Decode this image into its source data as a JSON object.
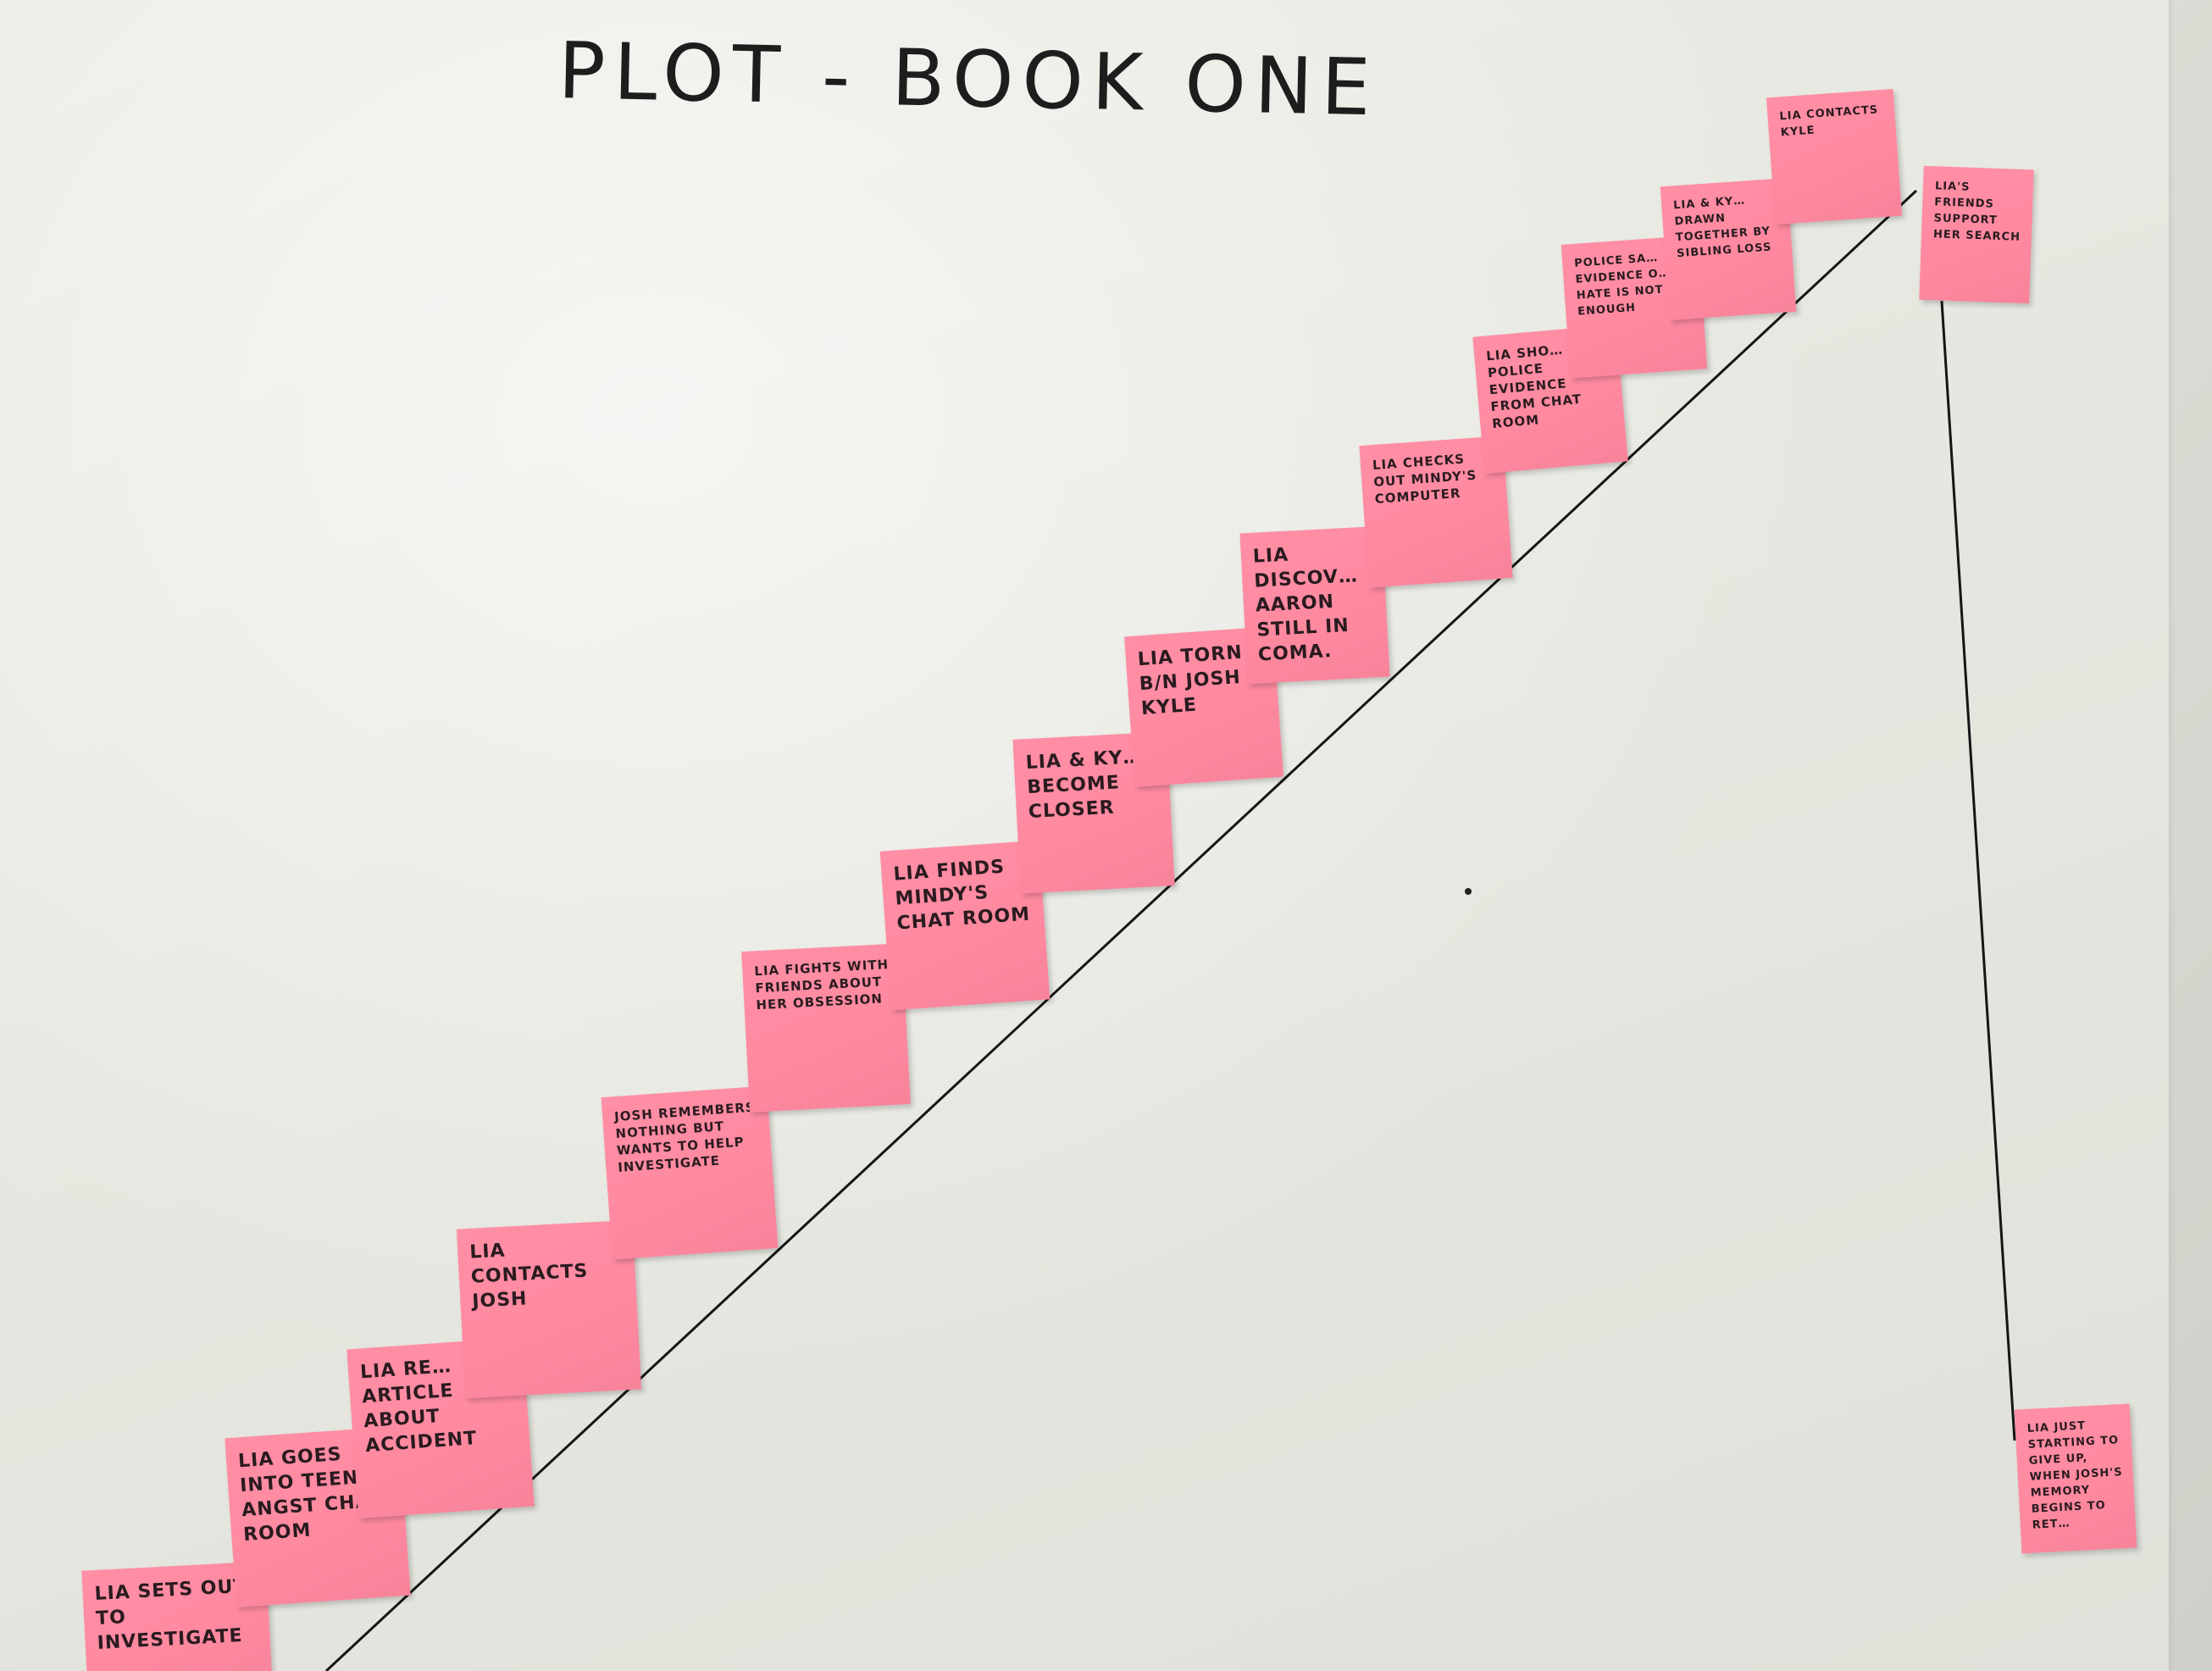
{
  "title": "PLOT - BOOK ONE",
  "colors": {
    "sticky_note": "#ff8aa0",
    "paper": "#e6e7e0",
    "ink": "#1d1d1d"
  },
  "notes": [
    {
      "text": "LIA SETS OUT TO INVESTIGATE"
    },
    {
      "text": "LIA GOES INTO TEEN ANGST CHAT ROOM"
    },
    {
      "text": "LIA RE… ARTICLE ABOUT ACCIDENT"
    },
    {
      "text": "LIA CONTACTS JOSH"
    },
    {
      "text": "JOSH REMEMBERS NOTHING BUT WANTS TO HELP INVESTIGATE"
    },
    {
      "text": "LIA FIGHTS WITH FRIENDS ABOUT HER OBSESSION"
    },
    {
      "text": "LIA FINDS MINDY'S CHAT ROOM"
    },
    {
      "text": "LIA & KY… BECOME CLOSER"
    },
    {
      "text": "LIA TORN B/N JOSH & KYLE"
    },
    {
      "text": "LIA DISCOV… AARON STILL IN COMA."
    },
    {
      "text": "LIA CHECKS OUT MINDY'S COMPUTER"
    },
    {
      "text": "LIA SHO… POLICE EVIDENCE FROM CHAT ROOM"
    },
    {
      "text": "POLICE SA… EVIDENCE O… HATE IS NOT ENOUGH"
    },
    {
      "text": "LIA & KY… DRAWN TOGETHER BY SIBLING LOSS"
    },
    {
      "text": "LIA CONTACTS KYLE"
    },
    {
      "text": "LIA'S FRIENDS SUPPORT HER SEARCH"
    },
    {
      "text": "LIA JUST STARTING TO GIVE UP, WHEN JOSH'S MEMORY BEGINS TO RET…"
    }
  ]
}
